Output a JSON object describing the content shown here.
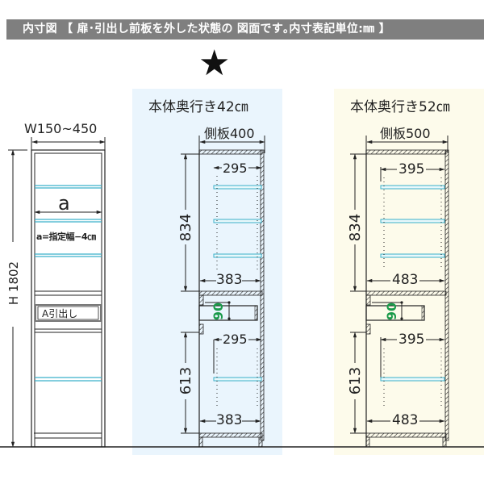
{
  "header": {
    "title": "内寸図 【 扉･引出し前板を外した状態の  図面です｡内寸表記単位:㎜ 】"
  },
  "marker": {
    "icon": "star-icon",
    "glyph": "★"
  },
  "colors": {
    "header_bg": "#7f7f7f",
    "panel_42_bg": "#eaf5fd",
    "panel_52_bg": "#fdfbeb",
    "shelf": "#3bb0c9",
    "drawer_dim": "#1a9a4a",
    "line": "#222222"
  },
  "front_view": {
    "width_label": "W150~450",
    "height_label": "H 1802",
    "inner_width_symbol": "a",
    "inner_width_note": "a=指定幅−4㎝",
    "drawer_label": "A引出し"
  },
  "depth42": {
    "title": "本体奥行き42㎝",
    "side_panel": "側板400",
    "upper_height": "834",
    "upper_shelf_width": "295",
    "upper_inner_depth": "383",
    "drawer_height": "90",
    "lower_height": "613",
    "lower_shelf_width": "295",
    "lower_inner_depth": "383"
  },
  "depth52": {
    "title": "本体奥行き52㎝",
    "side_panel": "側板500",
    "upper_height": "834",
    "upper_shelf_width": "395",
    "upper_inner_depth": "483",
    "drawer_height": "90",
    "lower_height": "613",
    "lower_shelf_width": "395",
    "lower_inner_depth": "483"
  }
}
